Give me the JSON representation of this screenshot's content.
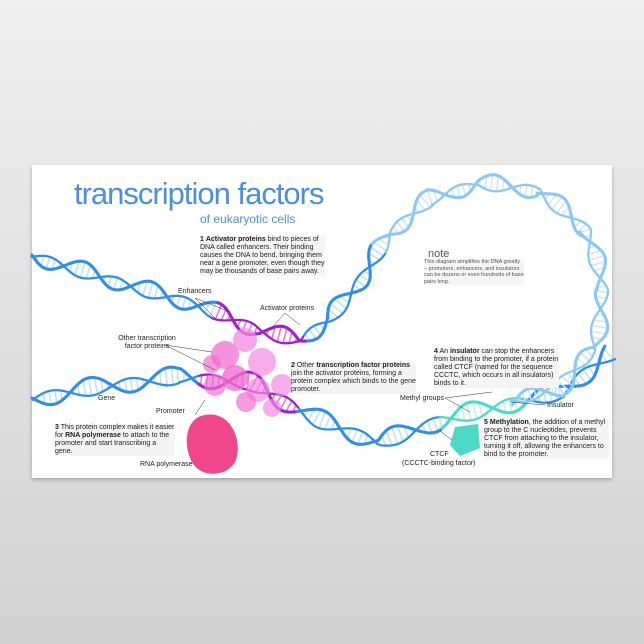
{
  "title": "transcription factors",
  "subtitle": "of eukaryotic cells",
  "note": {
    "heading": "note",
    "text": "This diagram simplifies the DNA greatly – promoters, enhancers, and insulators can be dozens or even hundreds of base pairs long."
  },
  "steps": [
    {
      "num": "1",
      "bold": "Activator proteins",
      "rest": " bind to pieces of DNA called enhancers. Their binding causes the DNA to bend, bringing them near a gene promoter, even though they may be thousands of base pairs away."
    },
    {
      "num": "2",
      "pre": "Other ",
      "bold": "transcription factor proteins",
      "rest": " join the activator proteins, forming a protein complex which binds to the gene promoter."
    },
    {
      "num": "3",
      "pre": "This protein complex makes it easier for ",
      "bold": "RNA polymerase",
      "rest": " to attach to the promoter and start transcribing a gene."
    },
    {
      "num": "4",
      "pre": "An ",
      "bold": "insulator",
      "rest": " can stop the enhancers from binding to the promoter, if a protein called CTCF (named for the sequence CCCTC, which occurs in all insulators) binds to it."
    },
    {
      "num": "5",
      "bold": "Methylation",
      "rest": ", the addition of a methyl group to the C nucleotides, prevents CTCF from attaching to the insulator, turning it off, allowing the enhancers to bind to the promoter."
    }
  ],
  "labels": {
    "enhancers": "Enhancers",
    "activator": "Activator proteins",
    "other_tf": "Other transcription factor proteins",
    "gene": "Gene",
    "promoter": "Promoter",
    "rna_pol": "RNA polymerase",
    "methyl": "Methyl groups",
    "insulator": "Insulator",
    "ctcf": "CTCF",
    "ctcf_full": "(CCCTC-binding factor)"
  },
  "colors": {
    "dna_blue": "#2f8fe8",
    "dna_light": "#8cc8f5",
    "purple": "#a020d0",
    "pink": "#f06fd0",
    "rna_pol": "#f0468c",
    "ctcf": "#4dd9c8",
    "title": "#4a8fe0"
  }
}
